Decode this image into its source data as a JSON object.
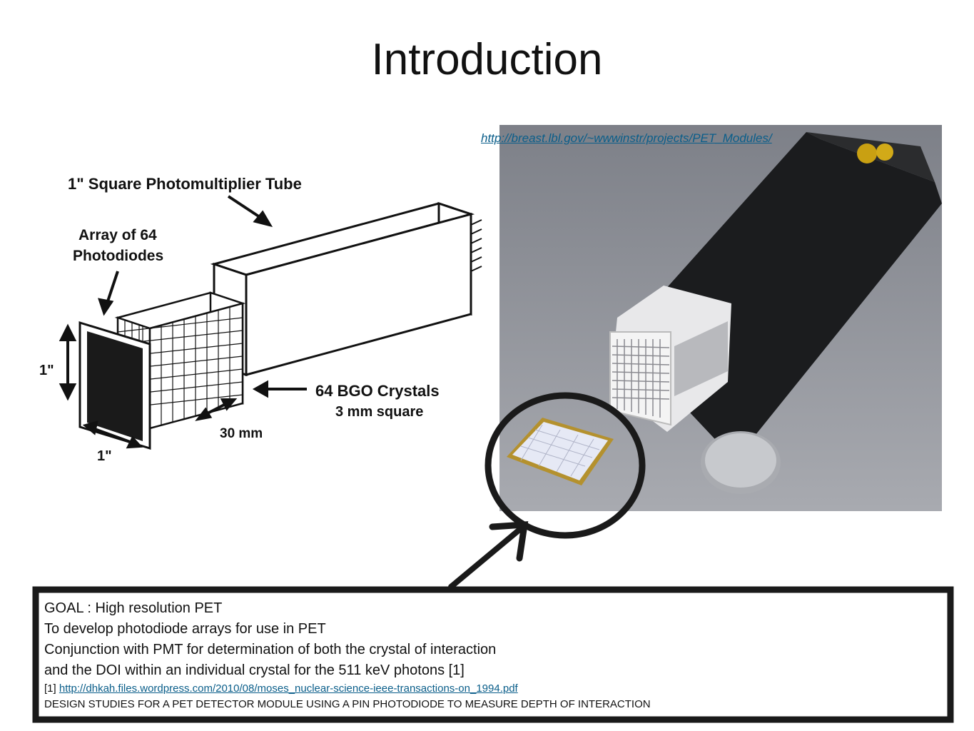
{
  "slide": {
    "title": "Introduction"
  },
  "diagram": {
    "label_pmt": "1\" Square Photomultiplier Tube",
    "label_array_line1": "Array of 64",
    "label_array_line2": "Photodiodes",
    "label_one_inch_vertical": "1\"",
    "label_one_inch_horizontal": "1\"",
    "label_thirty_mm": "30 mm",
    "label_bgo_line1": "64 BGO Crystals",
    "label_bgo_line2": "3 mm square"
  },
  "photo": {
    "source_url": "http://breast.lbl.gov/~wwwinstr/projects/PET_Modules/"
  },
  "textbox": {
    "goal": "GOAL : High resolution PET",
    "line2": "To develop photodiode arrays for use in PET",
    "line3": "Conjunction with PMT for determination of both the crystal of interaction",
    "line4": "and the DOI within an individual crystal for the 511 keV photons [1]",
    "ref_prefix": "[1] ",
    "ref_url": "http://dhkah.files.wordpress.com/2010/08/moses_nuclear-science-ieee-transactions-on_1994.pdf",
    "ref_title": "DESIGN STUDIES FOR A PET DETECTOR MODULE USING A PIN PHOTODIODE TO MEASURE DEPTH OF INTERACTION"
  }
}
